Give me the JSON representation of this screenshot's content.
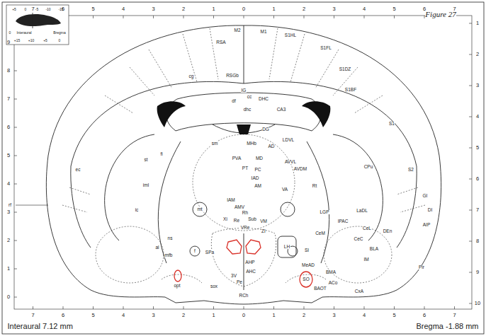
{
  "diagram": {
    "labels": [
      "Figure 27",
      "+5",
      "0",
      "-5",
      "-10",
      "-15",
      "0",
      "Interaural",
      "Bregma",
      "+15",
      "+10",
      "+5",
      "0",
      "7",
      "6",
      "5",
      "4",
      "3",
      "2",
      "1",
      "0",
      "1",
      "2",
      "3",
      "4",
      "5",
      "6",
      "7",
      "7",
      "6",
      "5",
      "4",
      "3",
      "2",
      "1",
      "0",
      "1",
      "2",
      "3",
      "4",
      "5",
      "6",
      "7",
      "9",
      "8",
      "7",
      "6",
      "5",
      "4",
      "3",
      "2",
      "1",
      "0",
      "1",
      "2",
      "3",
      "4",
      "5",
      "6",
      "7",
      "8",
      "9",
      "10",
      "RSA",
      "M2",
      "M1",
      "S1HL",
      "S1FL",
      "S1DZ",
      "S1BF",
      "S1",
      "S2",
      "GI",
      "DI",
      "AIP",
      "cg",
      "RSGb",
      "IG",
      "cc",
      "DHC",
      "df",
      "dhc",
      "CA3",
      "DG",
      "LDVL",
      "sm",
      "MHb",
      "AD",
      "PVA",
      "MD",
      "AVVL",
      "AVDM",
      "PT",
      "PC",
      "IAD",
      "AM",
      "VA",
      "Rt",
      "CPu",
      "st",
      "fi",
      "ec",
      "iml",
      "ic",
      "IAM",
      "AMV",
      "Rh",
      "Xi",
      "Re",
      "Sub",
      "VM",
      "VRe",
      "ZI",
      "mt",
      "LGP",
      "IPAC",
      "LaDL",
      "CeL",
      "CeM",
      "CeC",
      "DEn",
      "BLA",
      "IM",
      "Pir",
      "LH",
      "SI",
      "MeAD",
      "BMA",
      "ACo",
      "CxA",
      "BAOT",
      "SO",
      "rf",
      "ns",
      "al",
      "mfb",
      "f",
      "SPa",
      "AHP",
      "AHC",
      "3V",
      "Pe",
      "RCh",
      "sox",
      "opt",
      "Interaural 7.12 mm",
      "Bregma -1.88 mm"
    ]
  }
}
